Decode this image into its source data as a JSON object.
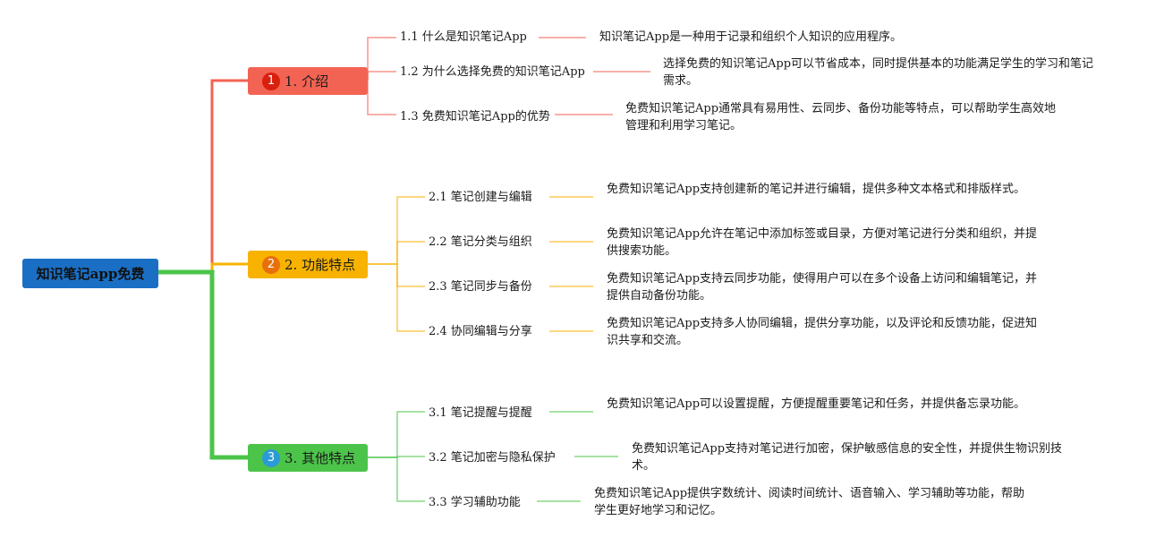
{
  "root": {
    "label": "知识笔记app免费",
    "color": "#1a6fc4"
  },
  "branches": [
    {
      "number": "1",
      "label": "1. 介绍",
      "color": "#f26353",
      "badge_color": "#d9200f",
      "children": [
        {
          "label": "1.1 什么是知识笔记App",
          "desc": "知识笔记App是一种用于记录和组织个人知识的应用程序。"
        },
        {
          "label": "1.2 为什么选择免费的知识笔记App",
          "desc": "选择免费的知识笔记App可以节省成本，同时提供基本的功能满足学生的学习和笔记需求。"
        },
        {
          "label": "1.3 免费知识笔记App的优势",
          "desc": "免费知识笔记App通常具有易用性、云同步、备份功能等特点，可以帮助学生高效地管理和利用学习笔记。"
        }
      ]
    },
    {
      "number": "2",
      "label": "2. 功能特点",
      "color": "#f7b300",
      "badge_color": "#e8700a",
      "children": [
        {
          "label": "2.1 笔记创建与编辑",
          "desc": "免费知识笔记App支持创建新的笔记并进行编辑，提供多种文本格式和排版样式。"
        },
        {
          "label": "2.2 笔记分类与组织",
          "desc": "免费知识笔记App允许在笔记中添加标签或目录，方便对笔记进行分类和组织，并提供搜索功能。"
        },
        {
          "label": "2.3 笔记同步与备份",
          "desc": "免费知识笔记App支持云同步功能，使得用户可以在多个设备上访问和编辑笔记，并提供自动备份功能。"
        },
        {
          "label": "2.4 协同编辑与分享",
          "desc": "免费知识笔记App支持多人协同编辑，提供分享功能，以及评论和反馈功能，促进知识共享和交流。"
        }
      ]
    },
    {
      "number": "3",
      "label": "3. 其他特点",
      "color": "#4cc44a",
      "badge_color": "#2a9bd6",
      "children": [
        {
          "label": "3.1 笔记提醒与提醒",
          "desc": "免费知识笔记App可以设置提醒，方便提醒重要笔记和任务，并提供备忘录功能。"
        },
        {
          "label": "3.2 笔记加密与隐私保护",
          "desc": "免费知识笔记App支持对笔记进行加密，保护敏感信息的安全性，并提供生物识别技术。"
        },
        {
          "label": "3.3 学习辅助功能",
          "desc": "免费知识笔记App提供字数统计、阅读时间统计、语音输入、学习辅助等功能，帮助学生更好地学习和记忆。"
        }
      ]
    }
  ]
}
